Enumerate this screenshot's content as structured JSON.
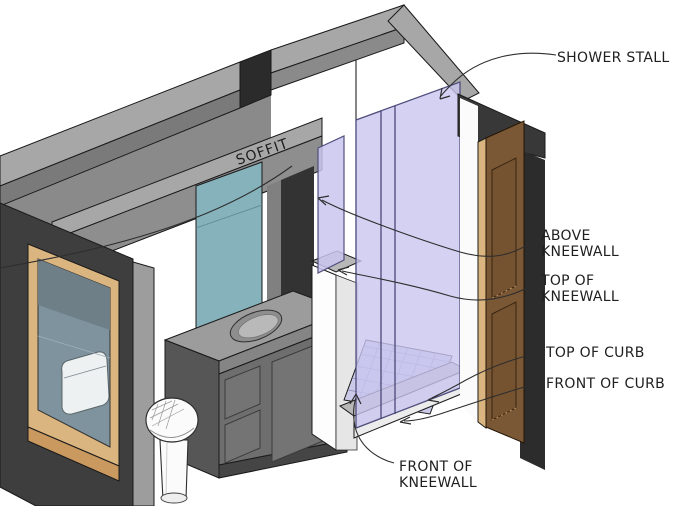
{
  "scene": {
    "description": "3D cutaway section view of a bathroom showing shower stall, kneewall, curb, soffit, vanity, toilet, window and door",
    "background": "#ffffff"
  },
  "annotations": {
    "shower_stall": {
      "label": "SHOWER STALL"
    },
    "soffit": {
      "label": "SOFFIT"
    },
    "above_kneewall": {
      "lines": [
        "ABOVE",
        "KNEEWALL"
      ]
    },
    "top_of_kneewall": {
      "lines": [
        "TOP OF",
        "KNEEWALL"
      ]
    },
    "top_of_curb": {
      "label": "TOP OF CURB"
    },
    "front_of_curb": {
      "label": "FRONT OF CURB"
    },
    "front_of_kneewall": {
      "lines": [
        "FRONT OF",
        "KNEEWALL"
      ]
    }
  },
  "colors": {
    "wall_dark": "#3e3e3e",
    "wall_cut_light": "#a7a7a7",
    "wall_mid": "#8a8a8a",
    "wall_inner": "#7a7a7a",
    "notch_dark": "#2b2b2b",
    "column_dark": "#333333",
    "soffit_face": "#8e8e8e",
    "mirror_teal": "#86b2bc",
    "counter_gray": "#9c9c9c",
    "cabinet_gray": "#6e6e6e",
    "cabinet_side": "#565656",
    "glass_lavender": "#c9c6ef",
    "glass_edge": "#50507e",
    "tile_floor": "#cacae8",
    "curb_gray": "#b8b8b8",
    "shower_white": "#ffffff",
    "kneewall_white": "#fdfdfd",
    "door_brown": "#7a5836",
    "door_panel": "#755331",
    "frame_tan": "#dbb57f",
    "sill_tan": "#c9995f",
    "window_glass": "#7e939e",
    "corner_post": "#9d9d9d",
    "header_dark": "#383838",
    "strip_dark": "#2c2c2c",
    "fixture_white": "#fbfbfb",
    "line_black": "#1c1c1c"
  }
}
